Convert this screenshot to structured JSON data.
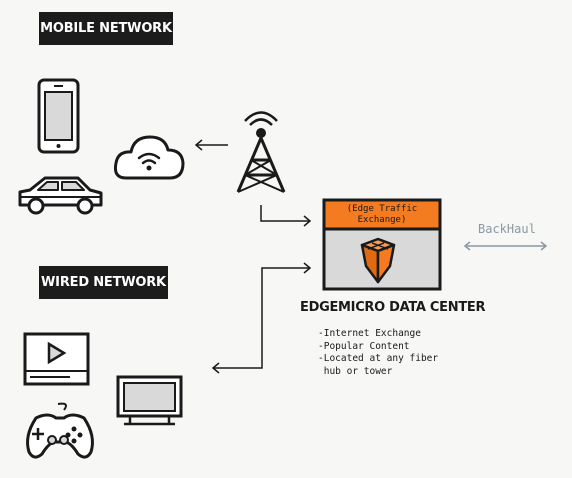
{
  "sections": {
    "mobile": {
      "label": "MOBILE NETWORK"
    },
    "wired": {
      "label": "WIRED NETWORK"
    }
  },
  "data_center": {
    "header": "(Edge Traffic Exchange)",
    "title": "EDGEMICRO DATA CENTER",
    "features": [
      "-Internet Exchange",
      "-Popular Content",
      "-Located at any fiber",
      " hub or tower"
    ]
  },
  "backhaul": {
    "label": "BackHaul"
  },
  "icons": {
    "mobile": [
      "smartphone-icon",
      "car-icon",
      "cloud-wifi-icon",
      "cell-tower-icon"
    ],
    "wired": [
      "video-player-icon",
      "game-controller-icon",
      "television-icon"
    ],
    "center": [
      "server-cube-icon"
    ]
  },
  "colors": {
    "accent": "#f47b20",
    "label_bg": "#1c1c1c",
    "line": "#1a1a1a",
    "screen": "#d9d9d9",
    "backhaul": "#8a99a6"
  }
}
